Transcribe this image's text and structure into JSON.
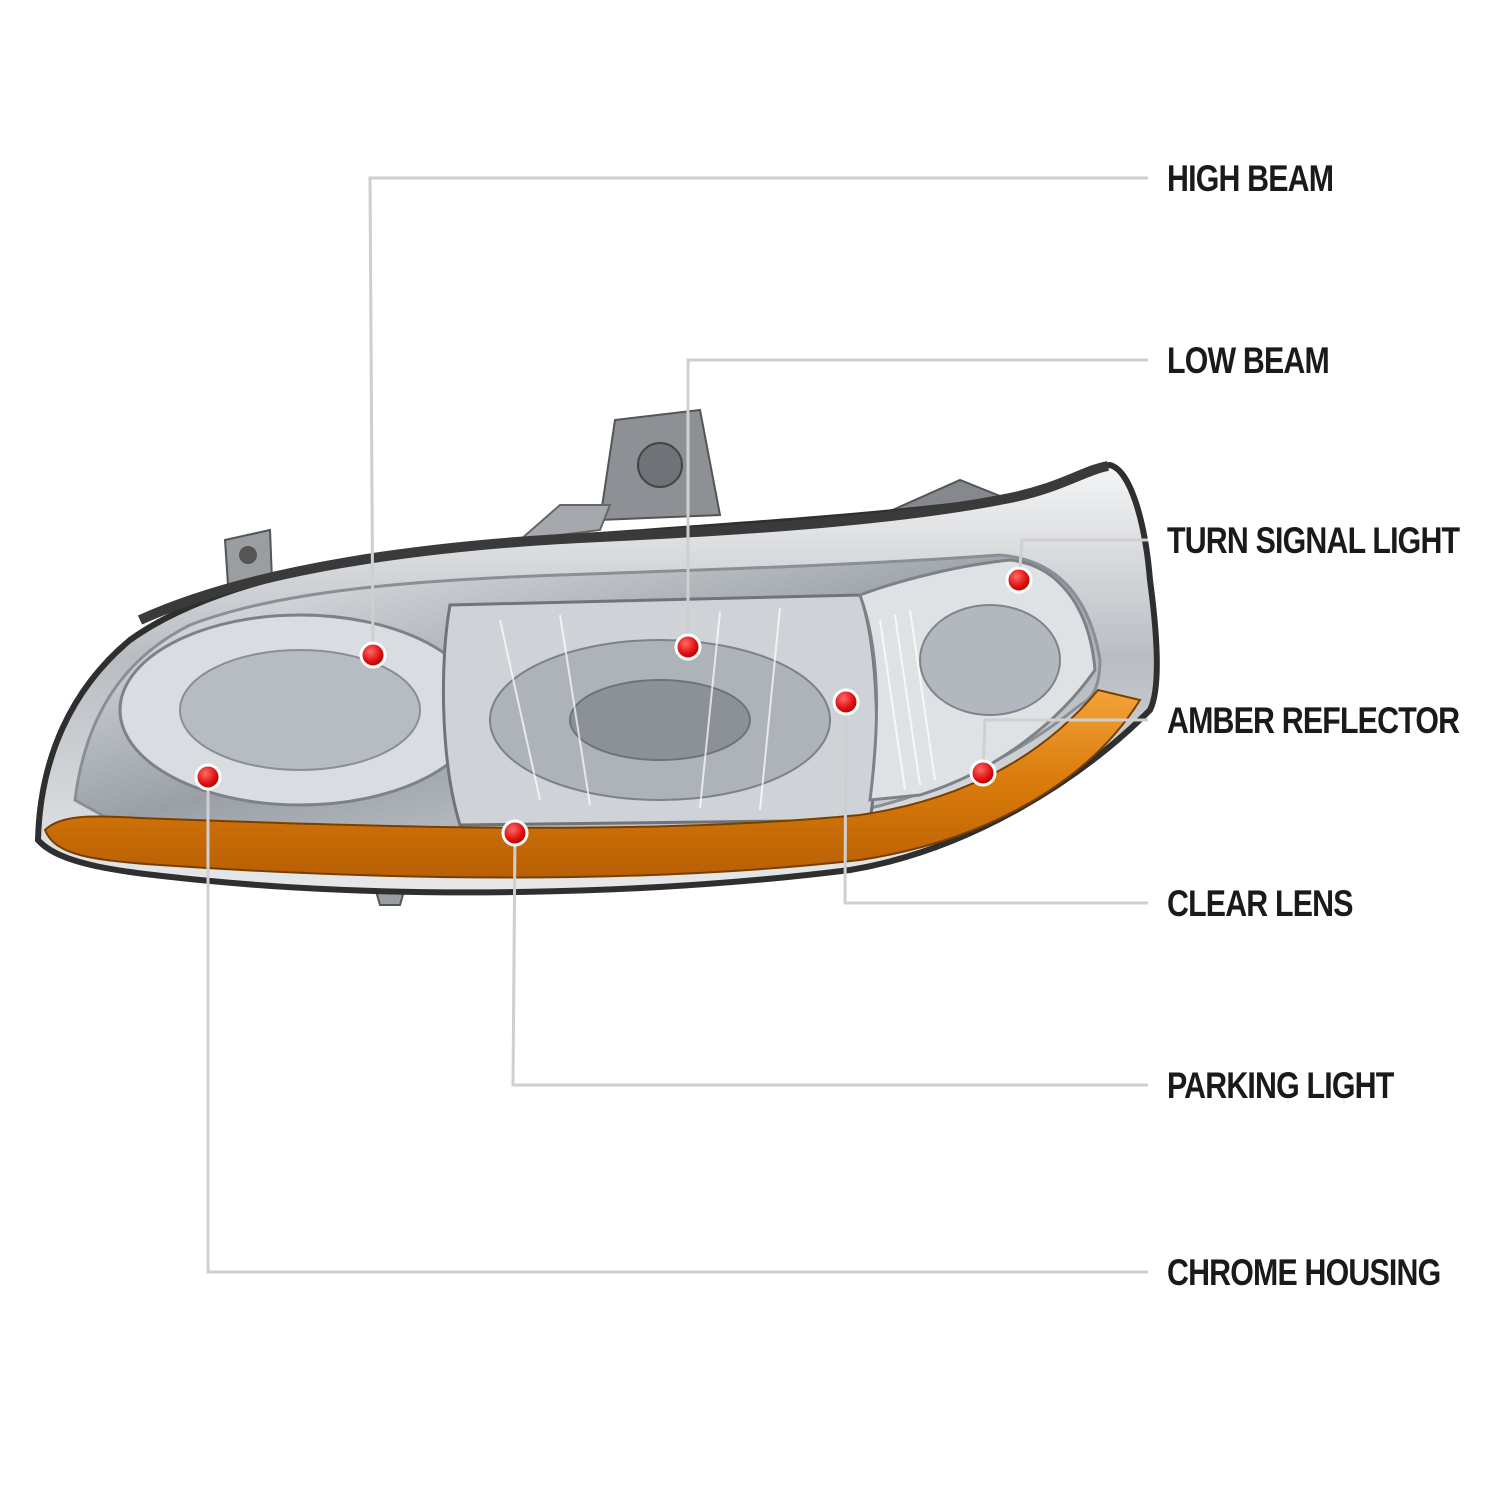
{
  "callouts": [
    {
      "id": "high-beam",
      "label": "HIGH BEAM"
    },
    {
      "id": "low-beam",
      "label": "LOW BEAM"
    },
    {
      "id": "turn-signal-light",
      "label": "TURN SIGNAL LIGHT"
    },
    {
      "id": "amber-reflector",
      "label": "AMBER REFLECTOR"
    },
    {
      "id": "clear-lens",
      "label": "CLEAR LENS"
    },
    {
      "id": "parking-light",
      "label": "PARKING LIGHT"
    },
    {
      "id": "chrome-housing",
      "label": "CHROME HOUSING"
    }
  ],
  "colors": {
    "leader_line": "#cfcfcf",
    "marker": "#e01010",
    "amber": "#e8890c",
    "housing_dark": "#3a3a3a",
    "chrome": "#c9ccd0"
  }
}
